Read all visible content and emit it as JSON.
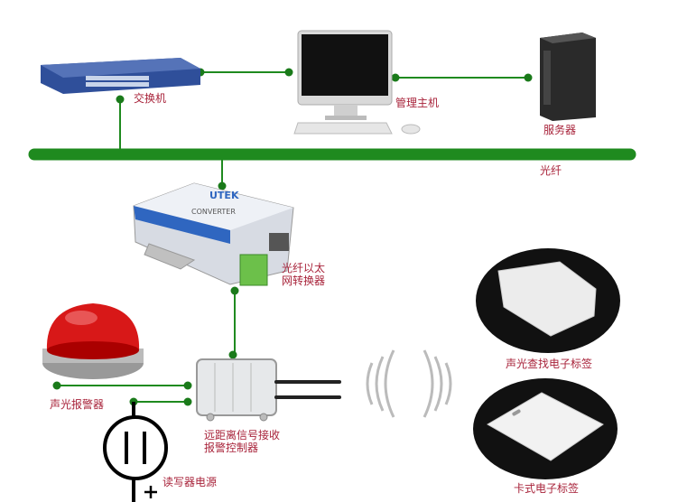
{
  "labels": {
    "switch": "交换机",
    "management_host": "管理主机",
    "server": "服务器",
    "fiber": "光纤",
    "converter_line1": "光纤以太",
    "converter_line2": "网转换器",
    "alarm": "声光报警器",
    "controller_line1": "远距离信号接收",
    "controller_line2": "报警控制器",
    "power": "读写器电源",
    "search_tag": "声光查找电子标签",
    "card_tag": "卡式电子标签"
  },
  "device_text": {
    "converter_brand": "UTEK",
    "converter_model": "CONVERTER"
  },
  "colors": {
    "line": "#1f8a1f",
    "label": "#a8233a"
  }
}
